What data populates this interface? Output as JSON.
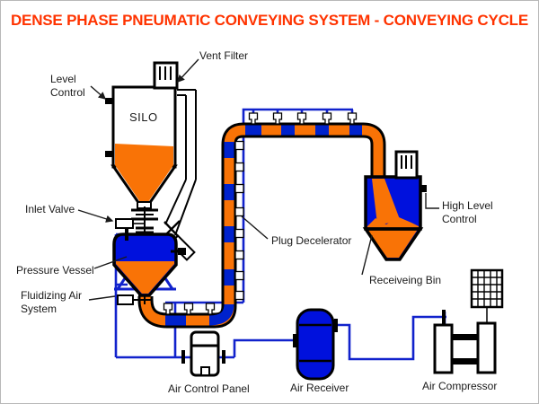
{
  "title": "DENSE PHASE PNEUMATIC CONVEYING SYSTEM - CONVEYING CYCLE",
  "colors": {
    "title_red": "#FF3300",
    "material": "#F97306",
    "equipment_blue": "#0011DD",
    "plug_blue": "#0022CC",
    "air_line_blue": "#1122CC",
    "background": "#FFFFFF"
  },
  "labels": {
    "silo": "SILO",
    "level_control": "Level Control",
    "vent_filter": "Vent Filter",
    "inlet_valve": "Inlet Valve",
    "pressure_vessel": "Pressure Vessel",
    "fluidizing_air_system": "Fluidizing Air System",
    "plug_decelerator": "Plug Decelerator",
    "high_level_control": "High Level Control",
    "receiving_bin": "Receiveing Bin",
    "air_control_panel": "Air Control Panel",
    "air_receiver": "Air Receiver",
    "air_compressor": "Air Compressor"
  }
}
